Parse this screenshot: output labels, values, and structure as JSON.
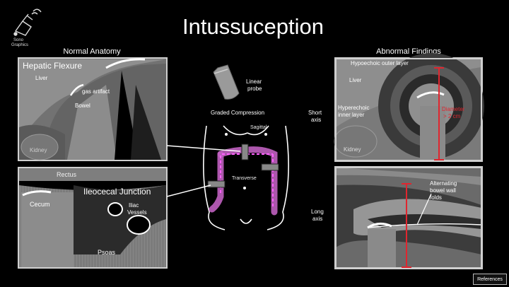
{
  "title": "Intussuception",
  "logo": {
    "text_line1": "Sono",
    "text_line2": "Graphics",
    "icon": "ultrasound-probe-icon"
  },
  "sections": {
    "normal": "Normal Anatomy",
    "abnormal": "Abnormal Findings"
  },
  "hepatic": {
    "heading": "Hepatic Flexure",
    "liver": "Liver",
    "gas": "gas artifact",
    "bowel": "Bowel",
    "kidney": "Kidney"
  },
  "ileocecal": {
    "rectus": "Rectus",
    "heading": "Ileocecal Junction",
    "cecum": "Cecum",
    "iliac1": "Iliac",
    "iliac2": "Vessels",
    "psoas": "Psoas"
  },
  "center": {
    "probe1": "Linear",
    "probe2": "probe",
    "graded": "Graded Compression",
    "sagittal": "Sagittal",
    "transverse": "Transverse"
  },
  "short_axis": {
    "label1": "Short",
    "label2": "axis",
    "hypoechoic": "Hypoechoic outer layer",
    "liver": "Liver",
    "hyper1": "Hyperechoic",
    "hyper2": "inner layer",
    "diam1": "Diameter",
    "diam2": "> 2 cm",
    "kidney": "Kidney"
  },
  "long_axis": {
    "label1": "Long",
    "label2": "axis",
    "alt1": "Alternating",
    "alt2": "bowel wall",
    "alt3": "folds"
  },
  "references_button": "References",
  "colors": {
    "background": "#000000",
    "caliper": "#e0262f",
    "compression_path": "#d070d0"
  }
}
